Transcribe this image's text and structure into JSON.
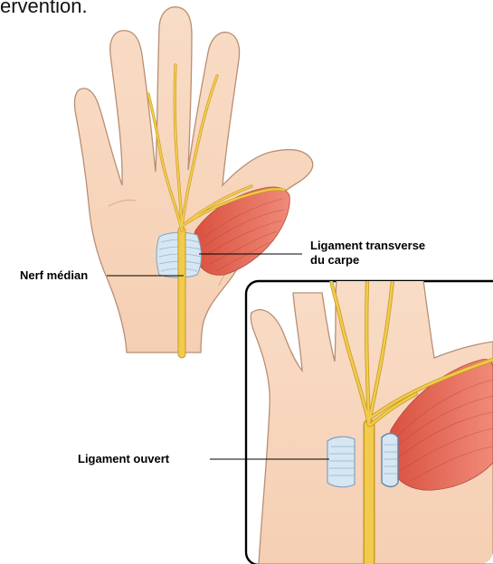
{
  "header_fragment": "ervention.",
  "labels": {
    "transverse_line1": "Ligament transverse",
    "transverse_line2": "du carpe",
    "median_nerve": "Nerf médian",
    "open_ligament": "Ligament ouvert"
  },
  "colors": {
    "skin": "#f7d5bc",
    "skin_outline": "#b78f75",
    "nerve": "#f2cb4e",
    "nerve_outline": "#c79b1d",
    "muscle": "#e06c5c",
    "ligament": "#d6e6f2",
    "inset_border": "#000000"
  }
}
